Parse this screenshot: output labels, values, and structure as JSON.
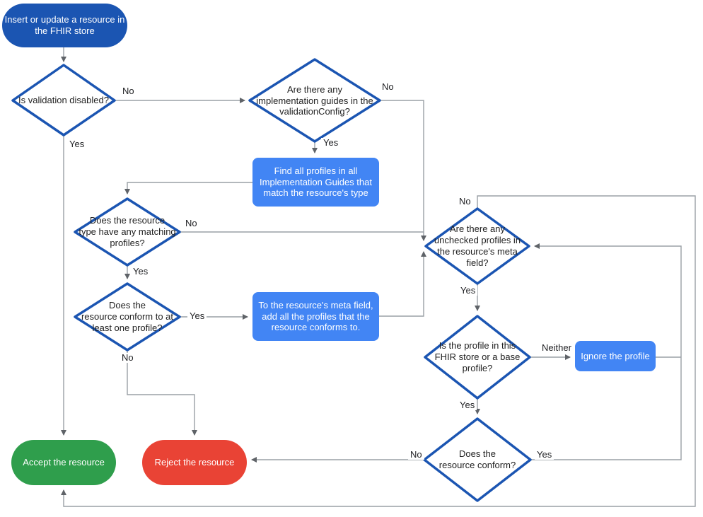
{
  "diagram": {
    "type": "flowchart",
    "topic": "FHIR store resource validation"
  },
  "colors": {
    "terminal_blue": "#1b55b2",
    "diamond_border_blue": "#1b55b2",
    "process_blue": "#4285f4",
    "accept_green": "#2f9e4c",
    "reject_red": "#e94335",
    "connector_gray": "#9aa0a6",
    "arrowhead_gray": "#5f6368",
    "diamond_text": "#212121",
    "node_text": "#ffffff"
  },
  "nodes": {
    "start": {
      "label": "Insert or update a resource in\nthe FHIR store"
    },
    "is_validation_disabled": {
      "label": "Is validation disabled?"
    },
    "implementation_guides": {
      "label": "Are there any\nimplementation guides in the\nvalidationConfig?"
    },
    "find_profiles": {
      "label": "Find all profiles in all\nImplementation Guides that\nmatch the resource's type"
    },
    "matching_profiles": {
      "label": "Does the resource\ntype have any matching\nprofiles?"
    },
    "conform_one": {
      "label": "Does the\nresource conform to at\nleast one profile?"
    },
    "add_profiles": {
      "label": "To the resource's meta field,\nadd all the profiles that the\nresource conforms to."
    },
    "unchecked_profiles": {
      "label": "Are there any\nunchecked profiles in\nthe resource's meta\nfield?"
    },
    "profile_in_store": {
      "label": "Is the profile in this\nFHIR store or a base\nprofile?"
    },
    "ignore_profile": {
      "label": "Ignore the profile"
    },
    "resource_conform": {
      "label": "Does the\nresource conform?"
    },
    "accept": {
      "label": "Accept the resource"
    },
    "reject": {
      "label": "Reject the resource"
    }
  },
  "edge_labels": {
    "validation_no": "No",
    "validation_yes": "Yes",
    "guides_no": "No",
    "guides_yes": "Yes",
    "matching_no": "No",
    "matching_yes": "Yes",
    "conform_one_yes": "Yes",
    "conform_one_no": "No",
    "unchecked_no": "No",
    "unchecked_yes": "Yes",
    "profile_neither": "Neither",
    "profile_yes": "Yes",
    "conform_yes": "Yes",
    "conform_no": "No"
  }
}
